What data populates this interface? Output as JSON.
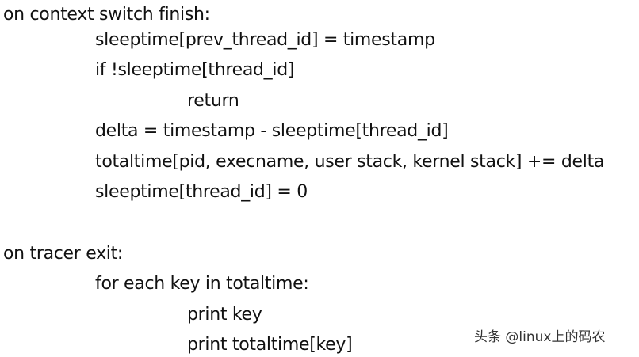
{
  "document": {
    "lines": [
      {
        "text": "on context switch finish:",
        "indent": 0
      },
      {
        "text": "sleeptime[prev_thread_id] = timestamp",
        "indent": 1
      },
      {
        "text": "if !sleeptime[thread_id]",
        "indent": 1
      },
      {
        "text": "return",
        "indent": 2
      },
      {
        "text": "delta = timestamp - sleeptime[thread_id]",
        "indent": 1
      },
      {
        "text": "totaltime[pid, execname, user stack, kernel stack] += delta",
        "indent": 1
      },
      {
        "text": "sleeptime[thread_id] = 0",
        "indent": 1
      },
      {
        "text": "on tracer exit:",
        "indent": 0
      },
      {
        "text": "for each key in totaltime:",
        "indent": 1
      },
      {
        "text": "print key",
        "indent": 2
      },
      {
        "text": "print totaltime[key]",
        "indent": 2
      }
    ]
  },
  "watermark": {
    "text": "头条 @linux上的码农"
  }
}
